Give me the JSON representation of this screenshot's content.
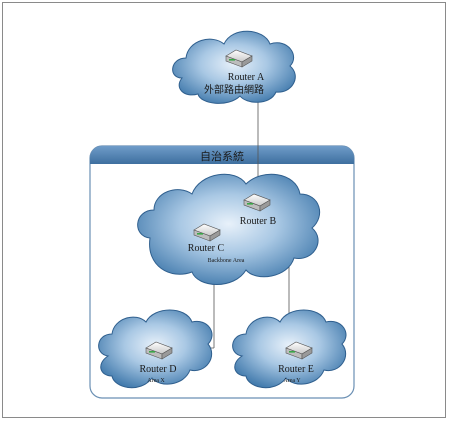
{
  "colors": {
    "cloud_light": "#dbe9f5",
    "cloud_mid": "#8fb6d8",
    "cloud_dark": "#3f78ab",
    "as_header": "#4a7fb3",
    "as_border": "#6a8fb3"
  },
  "external": {
    "router": "Router A",
    "caption": "外部路由網路"
  },
  "as": {
    "title": "自治系統"
  },
  "backbone": {
    "router_b": "Router B",
    "router_c": "Router C",
    "area": "Backbone Area"
  },
  "area_x": {
    "router": "Router D",
    "area": "Area X"
  },
  "area_y": {
    "router": "Router E",
    "area": "Area Y"
  }
}
